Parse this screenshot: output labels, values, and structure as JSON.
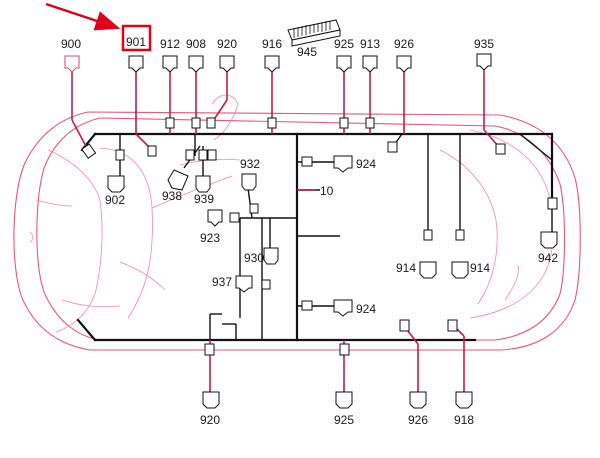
{
  "diagram": {
    "highlighted_connector": "901",
    "connector_labels": {
      "c900": "900",
      "c901": "901",
      "c912": "912",
      "c908": "908",
      "c920_top": "920",
      "c916": "916",
      "c945": "945",
      "c925_top": "925",
      "c913": "913",
      "c926_top": "926",
      "c935": "935",
      "c932": "932",
      "c924_upper": "924",
      "c10": "10",
      "c902": "902",
      "c938": "938",
      "c939": "939",
      "c923": "923",
      "c930": "930",
      "c937": "937",
      "c914_left": "914",
      "c914_right": "914",
      "c942": "942",
      "c924_lower": "924",
      "c920_bottom": "920",
      "c925_bottom": "925",
      "c926_bottom": "926",
      "c918": "918"
    }
  },
  "colors": {
    "highlight_box": "#e0001a",
    "arrow": "#e0001a",
    "vehicle_outline": "#e5587a",
    "harness": "#111111",
    "branch_wire": "#c8194a"
  }
}
